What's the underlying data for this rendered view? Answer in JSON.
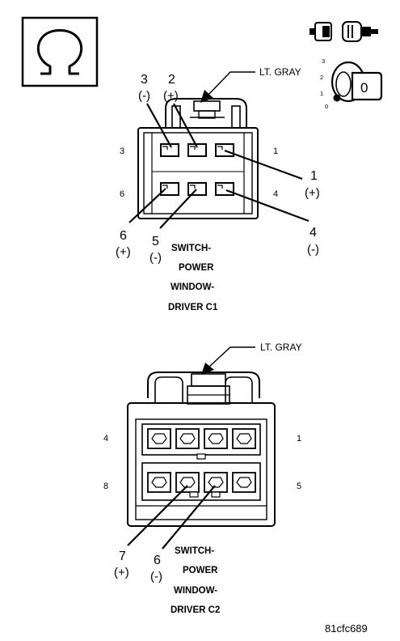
{
  "symbol": {
    "name": "ohm-symbol",
    "glyph": "Ω"
  },
  "key_states": {
    "labels": [
      "3",
      "2",
      "1",
      "0"
    ],
    "key_face": "0"
  },
  "connector_c1": {
    "wire_color_label": "LT. GRAY",
    "caption": [
      "SWITCH-",
      "POWER",
      "WINDOW-",
      "DRIVER C1"
    ],
    "corner_pins": [
      "3",
      "1",
      "6",
      "4"
    ],
    "callouts": [
      {
        "num": "3",
        "sign": "(-)"
      },
      {
        "num": "2",
        "sign": "(+)"
      },
      {
        "num": "1",
        "sign": "(+)"
      },
      {
        "num": "4",
        "sign": "(-)"
      },
      {
        "num": "6",
        "sign": "(+)"
      },
      {
        "num": "5",
        "sign": "(-)"
      }
    ]
  },
  "connector_c2": {
    "wire_color_label": "LT. GRAY",
    "caption": [
      "SWITCH-",
      "POWER",
      "WINDOW-",
      "DRIVER C2"
    ],
    "corner_pins": [
      "4",
      "1",
      "8",
      "5"
    ],
    "callouts": [
      {
        "num": "7",
        "sign": "(+)"
      },
      {
        "num": "6",
        "sign": "(-)"
      }
    ]
  },
  "figure_id": "81cfc689"
}
